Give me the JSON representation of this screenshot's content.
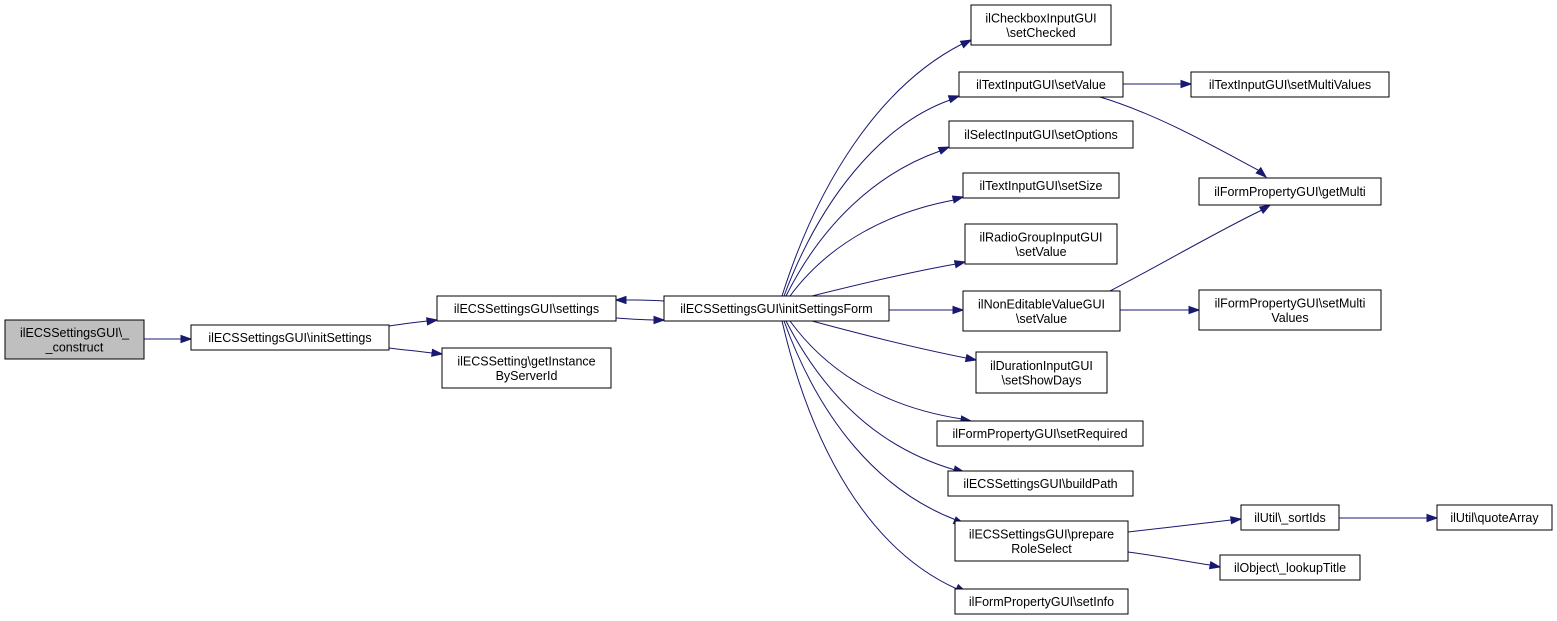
{
  "nodes": {
    "construct": {
      "lines": [
        "ilECSSettingsGUI\\_",
        "_construct"
      ]
    },
    "initSettings": {
      "lines": [
        "ilECSSettingsGUI\\initSettings"
      ]
    },
    "settings": {
      "lines": [
        "ilECSSettingsGUI\\settings"
      ]
    },
    "getInstance": {
      "lines": [
        "ilECSSetting\\getInstance",
        "ByServerId"
      ]
    },
    "initSettingsForm": {
      "lines": [
        "ilECSSettingsGUI\\initSettingsForm"
      ]
    },
    "cbSetChecked": {
      "lines": [
        "ilCheckboxInputGUI",
        "\\setChecked"
      ]
    },
    "txtSetValue": {
      "lines": [
        "ilTextInputGUI\\setValue"
      ]
    },
    "selSetOptions": {
      "lines": [
        "ilSelectInputGUI\\setOptions"
      ]
    },
    "txtSetSize": {
      "lines": [
        "ilTextInputGUI\\setSize"
      ]
    },
    "radioSetValue": {
      "lines": [
        "ilRadioGroupInputGUI",
        "\\setValue"
      ]
    },
    "nonEditSetValue": {
      "lines": [
        "ilNonEditableValueGUI",
        "\\setValue"
      ]
    },
    "durSetShowDays": {
      "lines": [
        "ilDurationInputGUI",
        "\\setShowDays"
      ]
    },
    "fpSetRequired": {
      "lines": [
        "ilFormPropertyGUI\\setRequired"
      ]
    },
    "buildPath": {
      "lines": [
        "ilECSSettingsGUI\\buildPath"
      ]
    },
    "prepareRoleSelect": {
      "lines": [
        "ilECSSettingsGUI\\prepare",
        "RoleSelect"
      ]
    },
    "fpSetInfo": {
      "lines": [
        "ilFormPropertyGUI\\setInfo"
      ]
    },
    "txtSetMultiValues": {
      "lines": [
        "ilTextInputGUI\\setMultiValues"
      ]
    },
    "fpGetMulti": {
      "lines": [
        "ilFormPropertyGUI\\getMulti"
      ]
    },
    "fpSetMultiValues": {
      "lines": [
        "ilFormPropertyGUI\\setMulti",
        "Values"
      ]
    },
    "utilSortIds": {
      "lines": [
        "ilUtil\\_sortIds"
      ]
    },
    "objLookupTitle": {
      "lines": [
        "ilObject\\_lookupTitle"
      ]
    },
    "utilQuoteArray": {
      "lines": [
        "ilUtil\\quoteArray"
      ]
    }
  },
  "edges": [
    [
      "construct",
      "initSettings"
    ],
    [
      "initSettings",
      "settings"
    ],
    [
      "initSettings",
      "getInstance"
    ],
    [
      "settings",
      "initSettingsForm"
    ],
    [
      "initSettingsForm",
      "settings"
    ],
    [
      "initSettingsForm",
      "cbSetChecked"
    ],
    [
      "initSettingsForm",
      "txtSetValue"
    ],
    [
      "initSettingsForm",
      "selSetOptions"
    ],
    [
      "initSettingsForm",
      "txtSetSize"
    ],
    [
      "initSettingsForm",
      "radioSetValue"
    ],
    [
      "initSettingsForm",
      "nonEditSetValue"
    ],
    [
      "initSettingsForm",
      "durSetShowDays"
    ],
    [
      "initSettingsForm",
      "fpSetRequired"
    ],
    [
      "initSettingsForm",
      "buildPath"
    ],
    [
      "initSettingsForm",
      "prepareRoleSelect"
    ],
    [
      "initSettingsForm",
      "fpSetInfo"
    ],
    [
      "txtSetValue",
      "txtSetMultiValues"
    ],
    [
      "txtSetValue",
      "fpGetMulti"
    ],
    [
      "nonEditSetValue",
      "fpGetMulti"
    ],
    [
      "nonEditSetValue",
      "fpSetMultiValues"
    ],
    [
      "prepareRoleSelect",
      "utilSortIds"
    ],
    [
      "prepareRoleSelect",
      "objLookupTitle"
    ],
    [
      "utilSortIds",
      "utilQuoteArray"
    ]
  ],
  "colors": {
    "edge": "#191970",
    "root_fill": "#bfbfbf",
    "node_fill": "#ffffff",
    "node_stroke": "#000000"
  }
}
